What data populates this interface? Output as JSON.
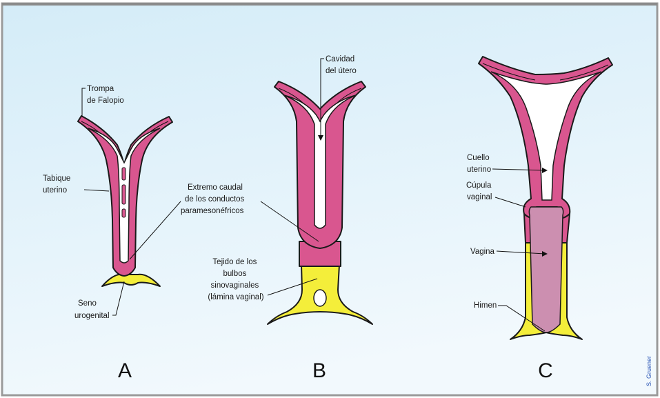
{
  "colors": {
    "background_top": "#d4ecf8",
    "background_bottom": "#f2f9fd",
    "border": "#9a9a9a",
    "paramesonephric_tissue": "#d9568f",
    "vaginal_lumen": "#cc8fb0",
    "sinovaginal_tissue": "#f4ee3a",
    "cavity": "#ffffff",
    "credit_text": "#2a55b5"
  },
  "panels": {
    "a": {
      "letter": "A",
      "labels": {
        "trompa": [
          "Trompa",
          "de Falopio"
        ],
        "tabique": [
          "Tabique",
          "uterino"
        ],
        "seno": [
          "Seno",
          "urogenital"
        ]
      }
    },
    "b": {
      "letter": "B",
      "labels": {
        "cavidad": [
          "Cavidad",
          "del útero"
        ],
        "extremo": [
          "Extremo caudal",
          "de los conductos",
          "paramesonéfricos"
        ],
        "tejido": [
          "Tejido de los",
          "bulbos",
          "sinovaginales",
          "(lámina vaginal)"
        ]
      }
    },
    "c": {
      "letter": "C",
      "labels": {
        "cuello": [
          "Cuello",
          "uterino"
        ],
        "cupula": [
          "Cúpula",
          "vaginal"
        ],
        "vagina": [
          "Vagina"
        ],
        "himen": [
          "Himen"
        ]
      }
    }
  },
  "credit": "S. Gruener"
}
